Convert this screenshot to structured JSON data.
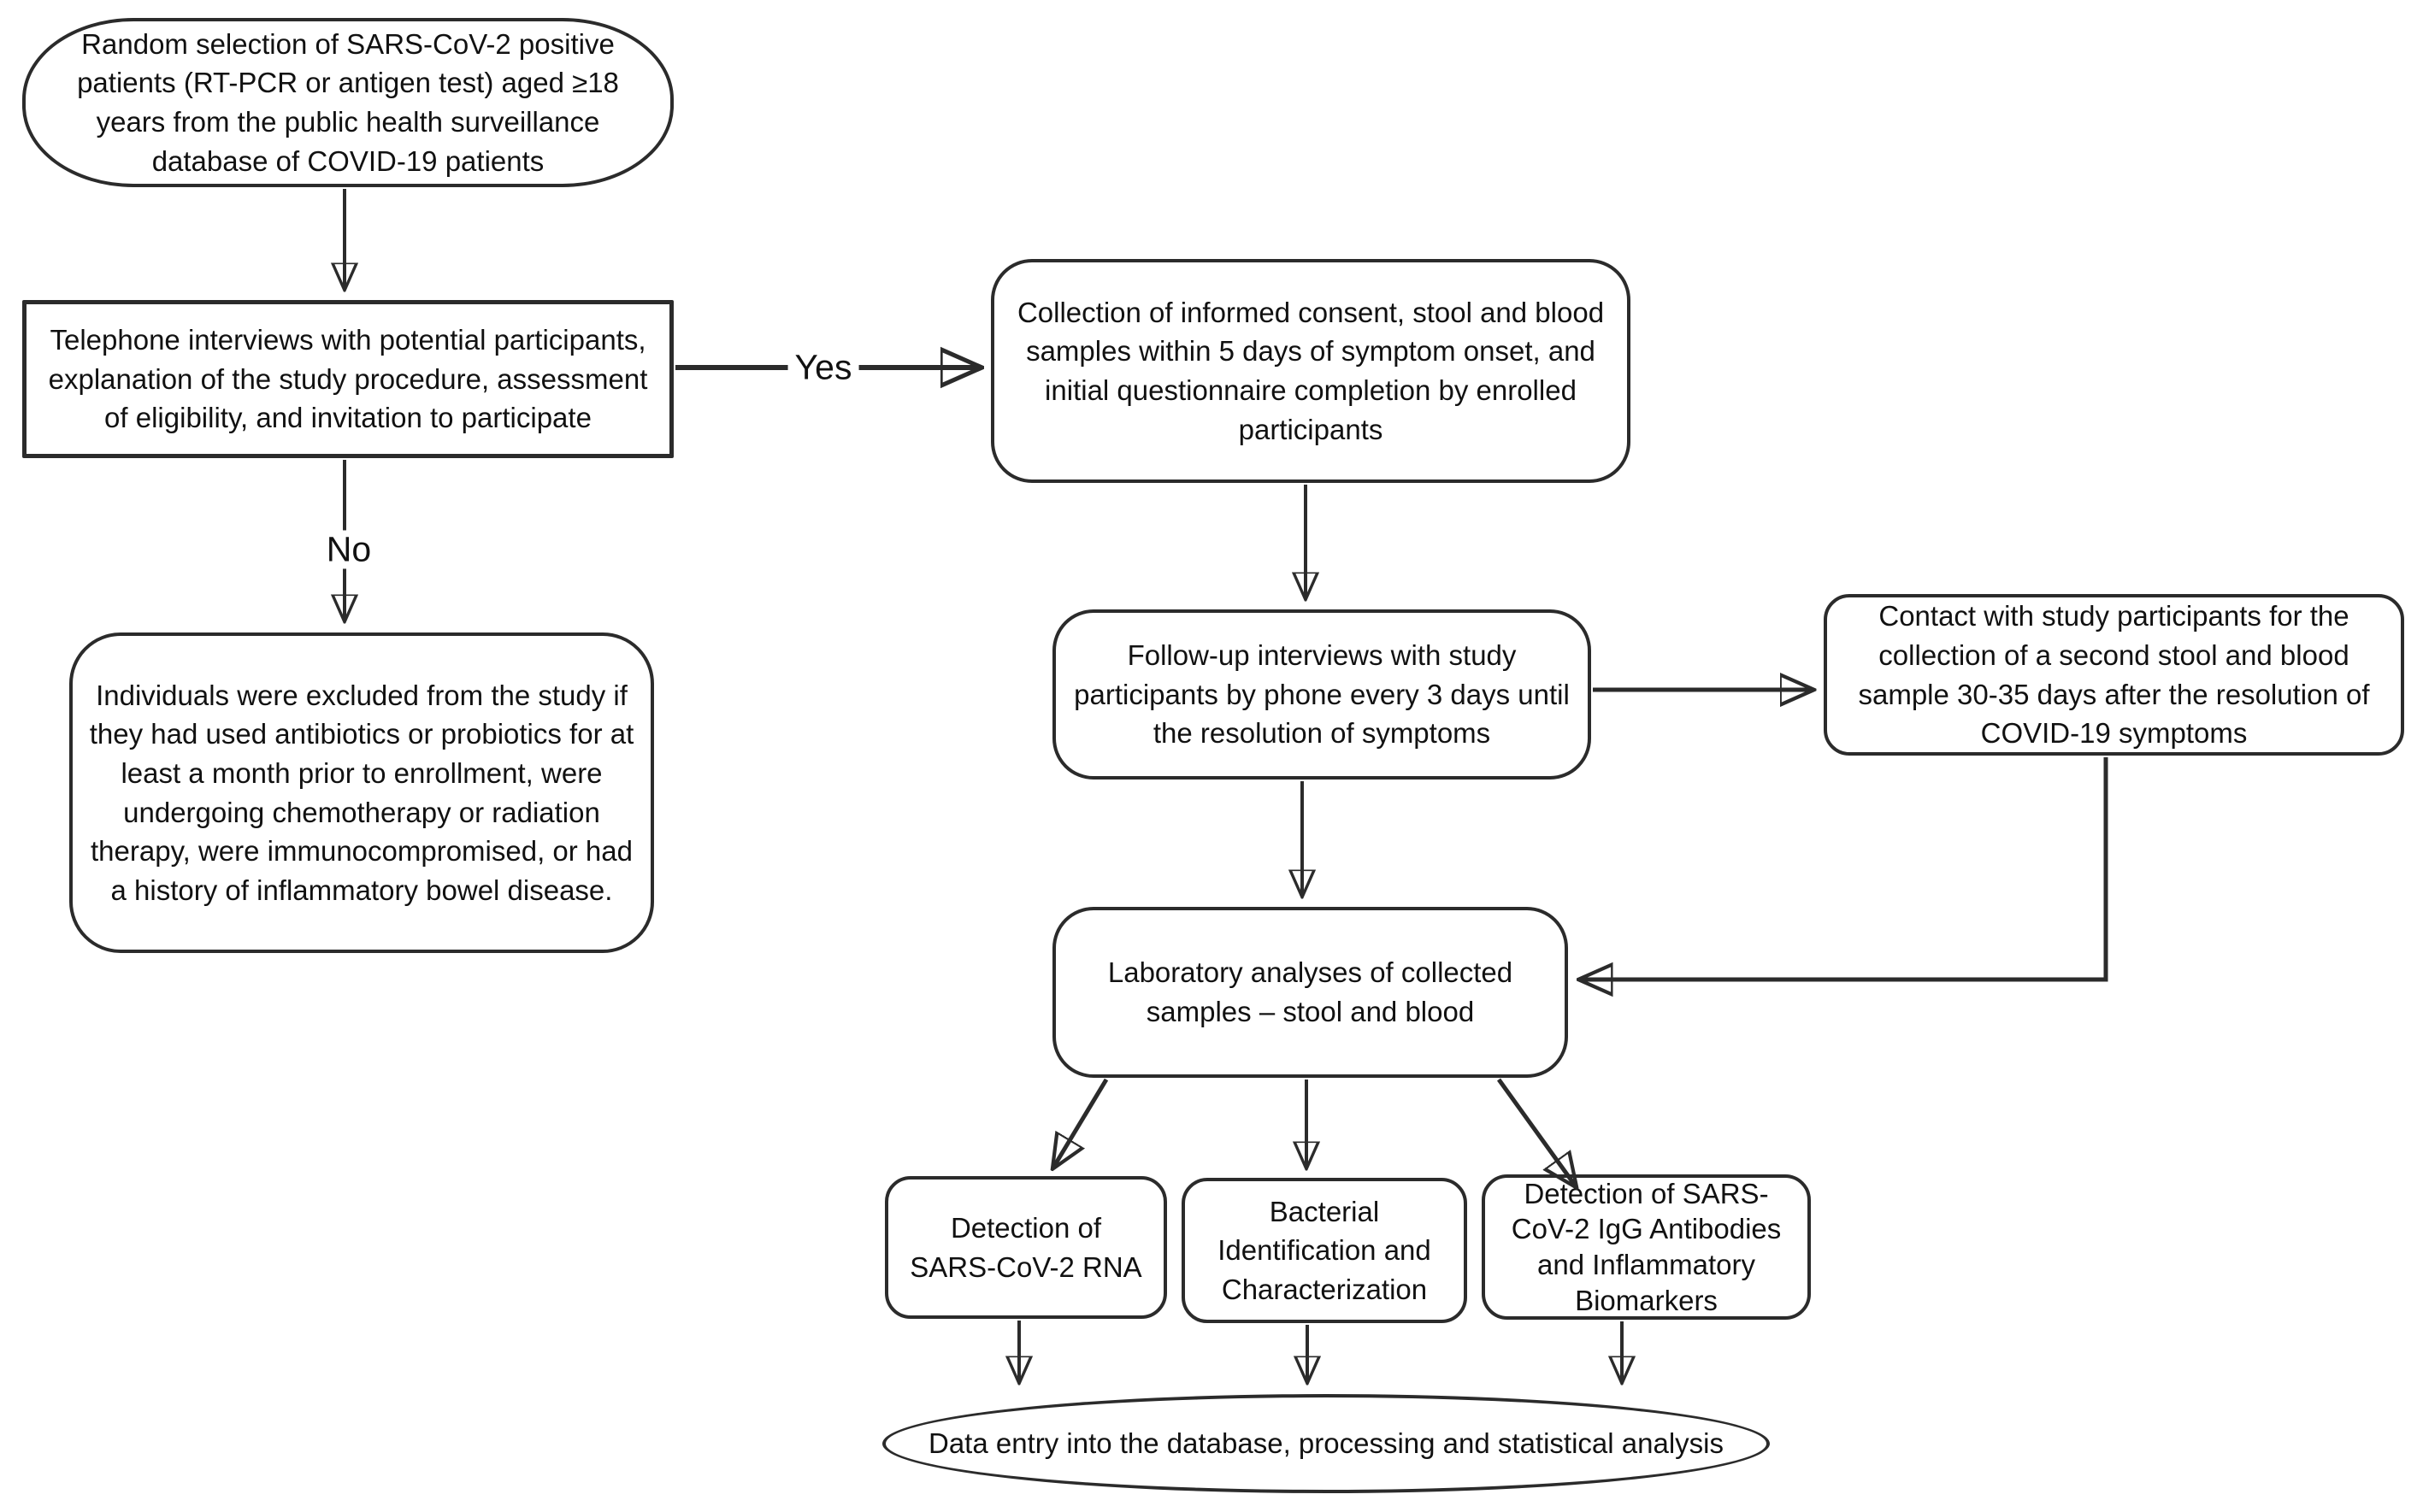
{
  "diagram": {
    "title_hint": "COVID-19 gut microbiome study enrollment and sampling flowchart",
    "colors": {
      "stroke": "#2b2b2b",
      "fill": "#ffffff",
      "text": "#111111"
    },
    "nodes": {
      "random_selection": {
        "text": "Random selection of SARS-CoV-2 positive patients (RT-PCR or antigen test) aged ≥18 years from the public health surveillance database of COVID-19 patients"
      },
      "telephone_interviews": {
        "text": "Telephone interviews with potential participants, explanation of the study procedure, assessment of eligibility, and invitation to participate"
      },
      "exclusion_criteria": {
        "text": "Individuals were excluded from the study if they had used antibiotics or probiotics for at least a month prior to enrollment, were undergoing chemotherapy or radiation therapy, were immunocompromised, or had a history of inflammatory bowel disease."
      },
      "consent_collection": {
        "text": "Collection of informed consent, stool and blood samples within 5 days of symptom onset, and initial questionnaire completion by enrolled participants"
      },
      "followup_interviews": {
        "text": "Follow-up interviews with study participants by phone every 3 days until the resolution of symptoms"
      },
      "second_sample_contact": {
        "text": "Contact with study participants for the collection of a second stool and blood sample 30-35 days after the resolution of COVID-19 symptoms"
      },
      "laboratory_analyses": {
        "text": "Laboratory analyses of collected samples – stool and blood"
      },
      "detection_rna": {
        "text": "Detection of SARS-CoV-2 RNA"
      },
      "bacterial_identification": {
        "text": "Bacterial Identification and Characterization"
      },
      "detection_igg_biomarkers": {
        "text": "Detection of SARS-CoV-2 IgG Antibodies and Inflammatory Biomarkers"
      },
      "data_entry": {
        "text": "Data entry into the database, processing and statistical analysis"
      }
    },
    "edge_labels": {
      "yes": "Yes",
      "no": "No"
    }
  }
}
